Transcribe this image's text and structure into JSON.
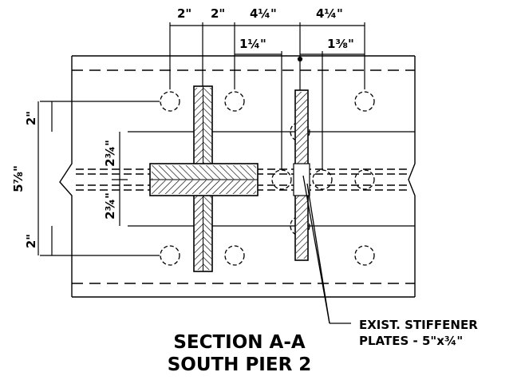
{
  "dimensions": {
    "top": [
      "2\"",
      "2\"",
      "4¼\"",
      "4¼\""
    ],
    "top_inner_left": "1¼\"",
    "top_inner_right": "1⅜\"",
    "left_top": "2\"",
    "left_total": "5⅞\"",
    "left_upper_mid": "2¾\"",
    "left_lower_mid": "2¾\"",
    "left_bottom": "2\""
  },
  "note": {
    "line1": "EXIST. STIFFENER",
    "line2": "PLATES - 5\"x¾\""
  },
  "title": {
    "line1": "SECTION A-A",
    "line2": "SOUTH PIER 2"
  }
}
